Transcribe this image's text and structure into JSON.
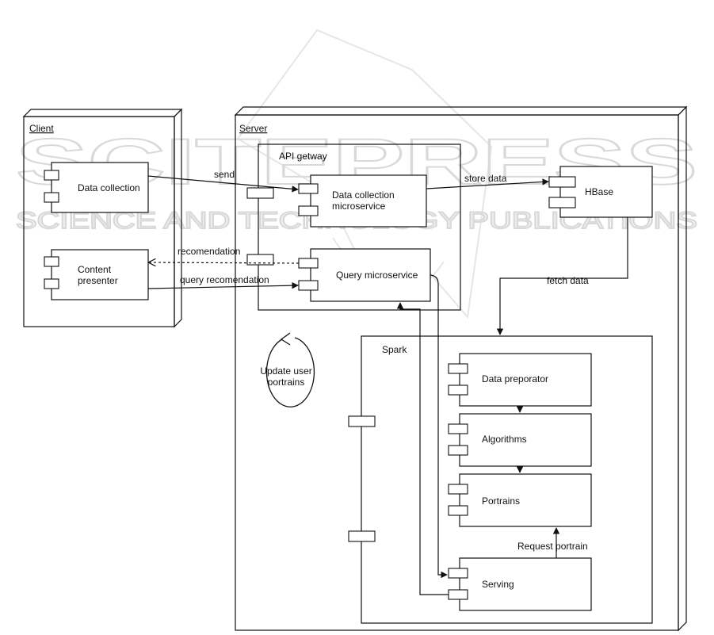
{
  "watermark": {
    "line1": "SCITEPRESS",
    "line2": "SCIENCE AND TECHNOLOGY PUBLICATIONS"
  },
  "nodes": {
    "client": "Client",
    "server": "Server",
    "api_gateway": "API getway",
    "data_collection": "Data collection",
    "content_presenter_line1": "Content",
    "content_presenter_line2": "presenter",
    "dc_micro_line1": "Data collection",
    "dc_micro_line2": "microservice",
    "query_micro": "Query microservice",
    "hbase": "HBase",
    "spark": "Spark",
    "update_line1": "Update user",
    "update_line2": "portrains",
    "data_preparator": "Data preporator",
    "algorithms": "Algorithms",
    "portrains": "Portrains",
    "serving": "Serving"
  },
  "edges": {
    "send": "send",
    "store_data": "store data",
    "recommendation": "recomendation",
    "query_recommendation": "query recomendation",
    "fetch_data": "fetch data",
    "request_portrain": "Request portrain"
  }
}
